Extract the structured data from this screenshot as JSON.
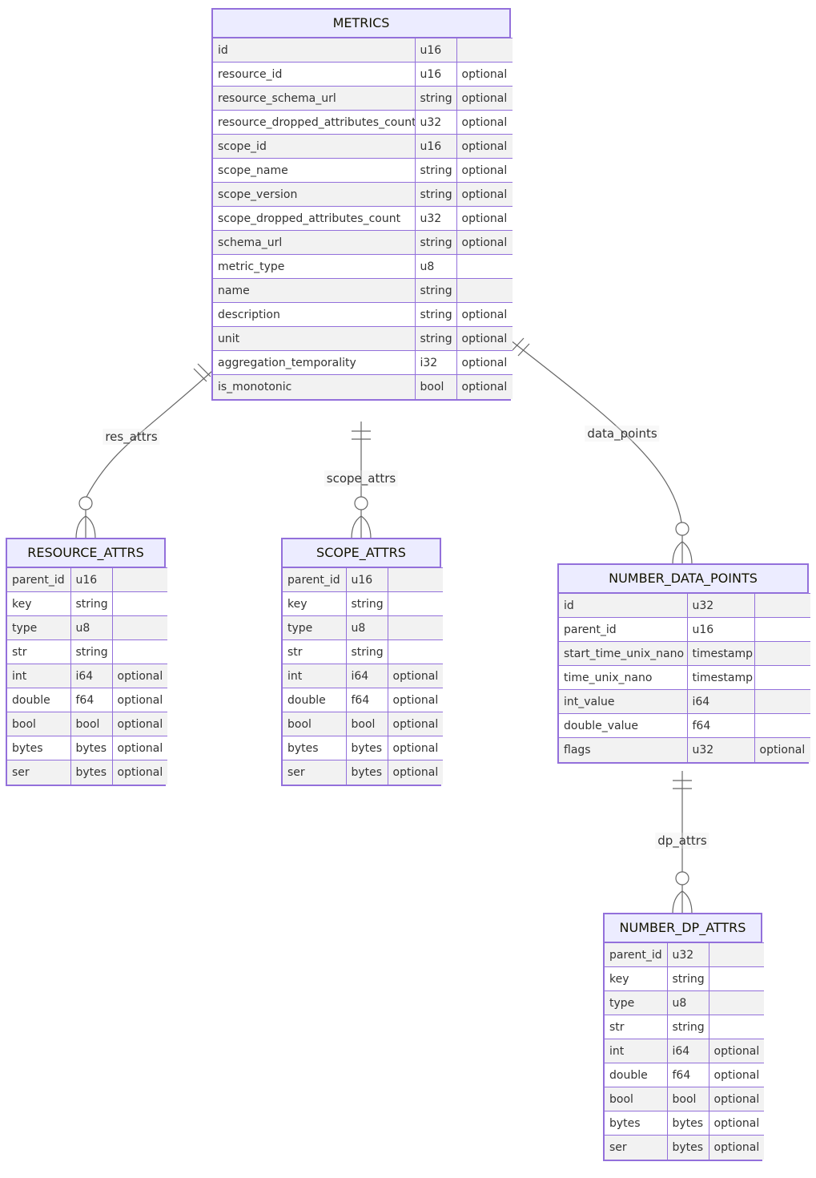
{
  "entities": {
    "metrics": {
      "name": "METRICS",
      "attributes": [
        [
          "id",
          "u16",
          ""
        ],
        [
          "resource_id",
          "u16",
          "optional"
        ],
        [
          "resource_schema_url",
          "string",
          "optional"
        ],
        [
          "resource_dropped_attributes_count",
          "u32",
          "optional"
        ],
        [
          "scope_id",
          "u16",
          "optional"
        ],
        [
          "scope_name",
          "string",
          "optional"
        ],
        [
          "scope_version",
          "string",
          "optional"
        ],
        [
          "scope_dropped_attributes_count",
          "u32",
          "optional"
        ],
        [
          "schema_url",
          "string",
          "optional"
        ],
        [
          "metric_type",
          "u8",
          ""
        ],
        [
          "name",
          "string",
          ""
        ],
        [
          "description",
          "string",
          "optional"
        ],
        [
          "unit",
          "string",
          "optional"
        ],
        [
          "aggregation_temporality",
          "i32",
          "optional"
        ],
        [
          "is_monotonic",
          "bool",
          "optional"
        ]
      ]
    },
    "resource_attrs": {
      "name": "RESOURCE_ATTRS",
      "attributes": [
        [
          "parent_id",
          "u16",
          ""
        ],
        [
          "key",
          "string",
          ""
        ],
        [
          "type",
          "u8",
          ""
        ],
        [
          "str",
          "string",
          ""
        ],
        [
          "int",
          "i64",
          "optional"
        ],
        [
          "double",
          "f64",
          "optional"
        ],
        [
          "bool",
          "bool",
          "optional"
        ],
        [
          "bytes",
          "bytes",
          "optional"
        ],
        [
          "ser",
          "bytes",
          "optional"
        ]
      ]
    },
    "scope_attrs": {
      "name": "SCOPE_ATTRS",
      "attributes": [
        [
          "parent_id",
          "u16",
          ""
        ],
        [
          "key",
          "string",
          ""
        ],
        [
          "type",
          "u8",
          ""
        ],
        [
          "str",
          "string",
          ""
        ],
        [
          "int",
          "i64",
          "optional"
        ],
        [
          "double",
          "f64",
          "optional"
        ],
        [
          "bool",
          "bool",
          "optional"
        ],
        [
          "bytes",
          "bytes",
          "optional"
        ],
        [
          "ser",
          "bytes",
          "optional"
        ]
      ]
    },
    "number_data_points": {
      "name": "NUMBER_DATA_POINTS",
      "attributes": [
        [
          "id",
          "u32",
          ""
        ],
        [
          "parent_id",
          "u16",
          ""
        ],
        [
          "start_time_unix_nano",
          "timestamp",
          ""
        ],
        [
          "time_unix_nano",
          "timestamp",
          ""
        ],
        [
          "int_value",
          "i64",
          ""
        ],
        [
          "double_value",
          "f64",
          ""
        ],
        [
          "flags",
          "u32",
          "optional"
        ]
      ]
    },
    "number_dp_attrs": {
      "name": "NUMBER_DP_ATTRS",
      "attributes": [
        [
          "parent_id",
          "u32",
          ""
        ],
        [
          "key",
          "string",
          ""
        ],
        [
          "type",
          "u8",
          ""
        ],
        [
          "str",
          "string",
          ""
        ],
        [
          "int",
          "i64",
          "optional"
        ],
        [
          "double",
          "f64",
          "optional"
        ],
        [
          "bool",
          "bool",
          "optional"
        ],
        [
          "bytes",
          "bytes",
          "optional"
        ],
        [
          "ser",
          "bytes",
          "optional"
        ]
      ]
    }
  },
  "relationships": [
    {
      "label": "res_attrs",
      "from": "METRICS",
      "to": "RESOURCE_ATTRS",
      "from_cardinality": "exactly-one",
      "to_cardinality": "zero-or-more"
    },
    {
      "label": "scope_attrs",
      "from": "METRICS",
      "to": "SCOPE_ATTRS",
      "from_cardinality": "exactly-one",
      "to_cardinality": "zero-or-more"
    },
    {
      "label": "data_points",
      "from": "METRICS",
      "to": "NUMBER_DATA_POINTS",
      "from_cardinality": "exactly-one",
      "to_cardinality": "zero-or-more"
    },
    {
      "label": "dp_attrs",
      "from": "NUMBER_DATA_POINTS",
      "to": "NUMBER_DP_ATTRS",
      "from_cardinality": "exactly-one",
      "to_cardinality": "zero-or-more"
    }
  ],
  "colors": {
    "entity_border": "#9370DB",
    "entity_header": "#ECECFF",
    "row_odd": "#ffffff",
    "row_even": "#f2f2f2",
    "connector": "#666666"
  }
}
